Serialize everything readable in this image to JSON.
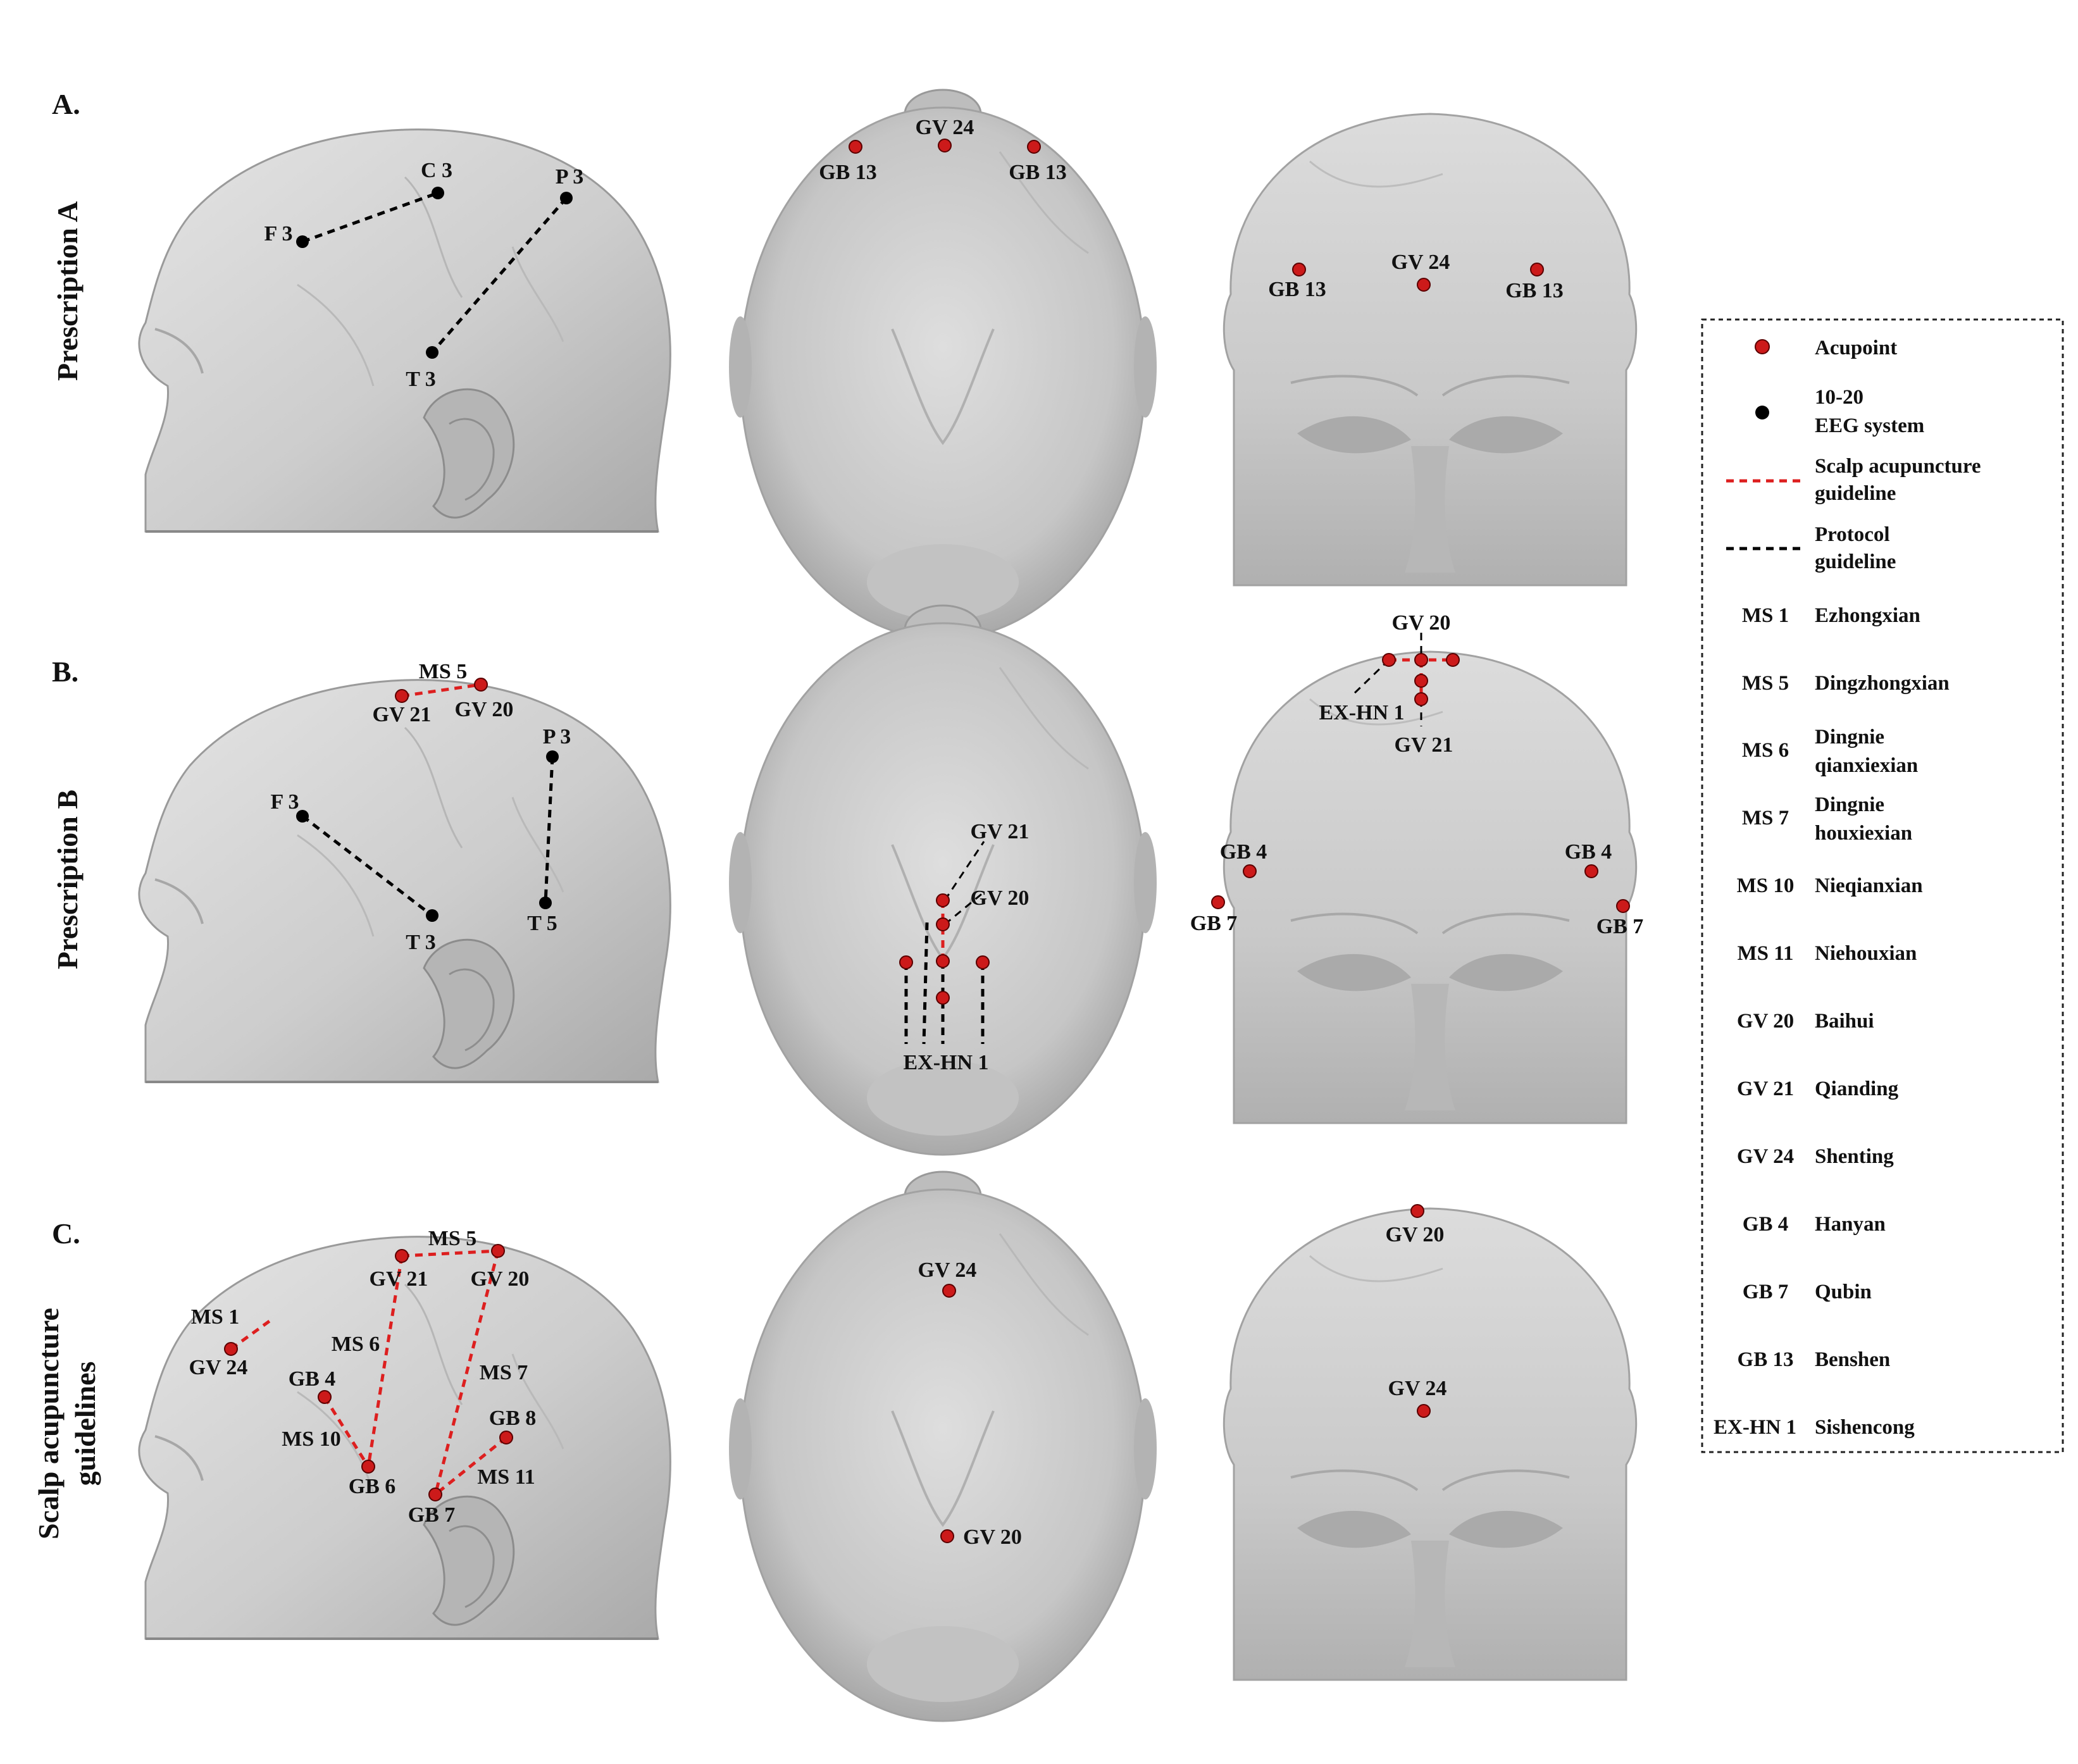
{
  "rows": [
    {
      "letter": "A.",
      "title": [
        "Prescription A"
      ]
    },
    {
      "letter": "B.",
      "title": [
        "Prescription B"
      ]
    },
    {
      "letter": "C.",
      "title": [
        "Scalp acupuncture",
        "guidelines"
      ]
    }
  ],
  "colors": {
    "acupoint": "#cc1a1a",
    "eeg": "#000000",
    "scalp_line": "#dd1f1f",
    "protocol_line": "#000000",
    "head": "#c9c9c9"
  },
  "labels": {
    "A_side": [
      "C 3",
      "F 3",
      "P 3",
      "T 3"
    ],
    "A_top": [
      "GV 24",
      "GB 13",
      "GB 13"
    ],
    "A_front": [
      "GV 24",
      "GB 13",
      "GB 13"
    ],
    "B_side": [
      "MS 5",
      "GV 21",
      "GV 20",
      "P 3",
      "F 3",
      "T 3",
      "T 5"
    ],
    "B_top": [
      "GV 21",
      "GV 20",
      "EX-HN 1"
    ],
    "B_front": [
      "GV 20",
      "EX-HN 1",
      "GV 21",
      "GB 4",
      "GB 4",
      "GB 7",
      "GB 7"
    ],
    "C_side": [
      "MS 5",
      "GV 21",
      "GV 20",
      "MS 1",
      "GV 24",
      "MS 6",
      "GB 4",
      "MS 7",
      "GB 8",
      "MS 10",
      "MS 11",
      "GB 6",
      "GB 7"
    ],
    "C_top": [
      "GV 24",
      "GV 20"
    ],
    "C_front": [
      "GV 20",
      "GV 24"
    ]
  },
  "legend": {
    "symbols": [
      {
        "label": [
          "Acupoint"
        ]
      },
      {
        "label": [
          "10-20",
          "EEG system"
        ]
      },
      {
        "label": [
          "Scalp acupuncture",
          "guideline"
        ]
      },
      {
        "label": [
          "Protocol",
          "guideline"
        ]
      }
    ],
    "abbreviations": [
      {
        "code": "MS 1",
        "name": [
          "Ezhongxian"
        ]
      },
      {
        "code": "MS 5",
        "name": [
          "Dingzhongxian"
        ]
      },
      {
        "code": "MS 6",
        "name": [
          "Dingnie",
          "qianxiexian"
        ]
      },
      {
        "code": "MS 7",
        "name": [
          "Dingnie",
          "houxiexian"
        ]
      },
      {
        "code": "MS 10",
        "name": [
          "Nieqianxian"
        ]
      },
      {
        "code": "MS 11",
        "name": [
          "Niehouxian"
        ]
      },
      {
        "code": "GV 20",
        "name": [
          "Baihui"
        ]
      },
      {
        "code": "GV 21",
        "name": [
          "Qianding"
        ]
      },
      {
        "code": "GV 24",
        "name": [
          "Shenting"
        ]
      },
      {
        "code": "GB 4",
        "name": [
          "Hanyan"
        ]
      },
      {
        "code": "GB 7",
        "name": [
          "Qubin"
        ]
      },
      {
        "code": "GB 13",
        "name": [
          "Benshen"
        ]
      },
      {
        "code": "EX-HN 1",
        "name": [
          "Sishencong"
        ]
      }
    ]
  }
}
